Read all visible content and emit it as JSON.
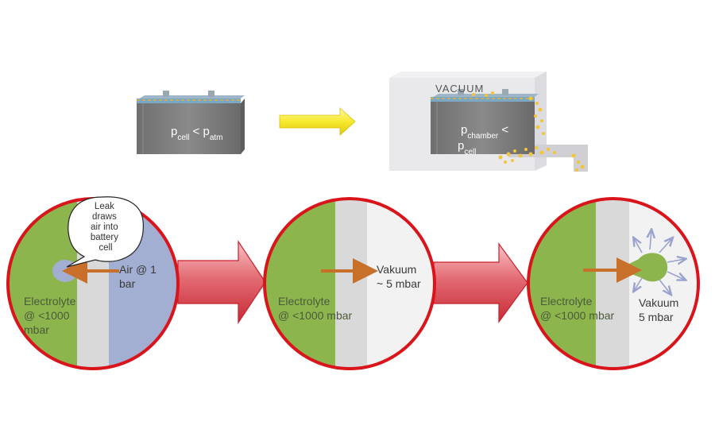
{
  "top_left": {
    "formula": {
      "p": "p",
      "sub_left": "cell",
      "op": " < ",
      "p2": "p",
      "sub_right": "atm"
    }
  },
  "top_right": {
    "vacuum_label": "VACUUM",
    "formula": {
      "p": "p",
      "sub_left": "chamber",
      "op": " <",
      "p2": "p",
      "sub_right": "cell"
    }
  },
  "panel_1": {
    "callout": [
      "Leak",
      "draws",
      "air into",
      "battery",
      "cell"
    ],
    "air_label": [
      "Air @ 1",
      "bar"
    ],
    "electrolyte_label": [
      "Electrolyte",
      "@ <1000",
      "mbar"
    ]
  },
  "panel_2": {
    "vacuum_label": [
      "Vakuum",
      "~ 5 mbar"
    ],
    "electrolyte_label": [
      "Electrolyte",
      "@ <1000 mbar"
    ]
  },
  "panel_3": {
    "vacuum_label": [
      "Vakuum",
      "5 mbar"
    ],
    "electrolyte_label": [
      "Electrolyte",
      "@ <1000 mbar"
    ]
  },
  "colors": {
    "electrolyte_green": "#8db54e",
    "air_blue": "#a3aed3",
    "wall_grey": "#d9d9d9",
    "circle_red": "#d9141b",
    "arrow_orange": "#c8702a",
    "cell_grey": "#7a7a7a",
    "yellow_arrow": "#f7ea2e"
  }
}
